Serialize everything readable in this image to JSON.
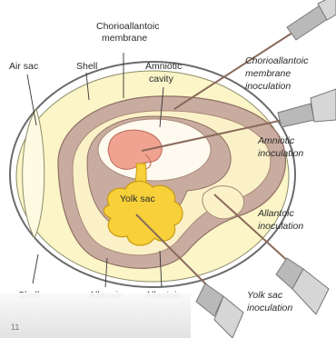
{
  "labels": {
    "chorioallantoic_membrane_line1": "Chorioallantoic",
    "chorioallantoic_membrane_line2": "membrane",
    "air_sac": "Air sac",
    "shell_top": "Shell",
    "amniotic_cavity_line1": "Amniotic",
    "amniotic_cavity_line2": "cavity",
    "yolk_sac": "Yolk sac",
    "shell_bottom": "Shell",
    "albumin": "Albumin",
    "allantoic_bottom": "Allantoic"
  },
  "inoculations": [
    {
      "line1": "Chorioallantoic",
      "line2": "membrane",
      "line3": "inoculation"
    },
    {
      "line1": "Amniotic",
      "line2": "inoculation"
    },
    {
      "line1": "Allantoic",
      "line2": "inoculation"
    },
    {
      "line1": "Yolk sac",
      "line2": "inoculation"
    }
  ],
  "corner_mark": "11",
  "colors": {
    "shell_outline": "#6b6b6b",
    "albumin": "#fbf5c8",
    "membrane": "#c9aca0",
    "yolk": "#f7d03a",
    "embryo": "#f1a391",
    "syringe": "#b9b9b9"
  }
}
